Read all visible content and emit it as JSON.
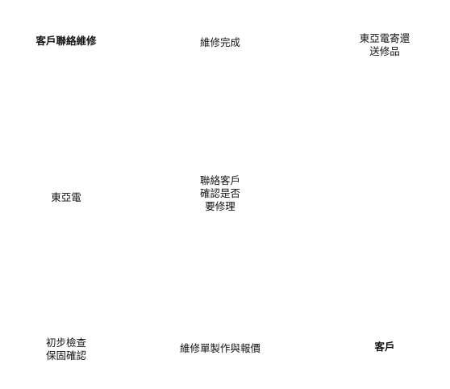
{
  "nodes": {
    "customer_contact_repair": {
      "lines": [
        "客戶聯絡維修"
      ]
    },
    "repair_complete": {
      "lines": [
        "維修完成"
      ]
    },
    "tea_send_back": {
      "lines": [
        "東亞電寄還",
        "送修品"
      ]
    },
    "tea": {
      "lines": [
        "東亞電"
      ]
    },
    "contact_confirm": {
      "lines": [
        "聯絡客戶",
        "確認是否",
        "要修理"
      ]
    },
    "initial_check": {
      "lines": [
        "初步檢查",
        "保固確認"
      ]
    },
    "repair_order_quote": {
      "lines": [
        "維修單製作與報價"
      ]
    },
    "customer": {
      "lines": [
        "客戶"
      ]
    }
  }
}
